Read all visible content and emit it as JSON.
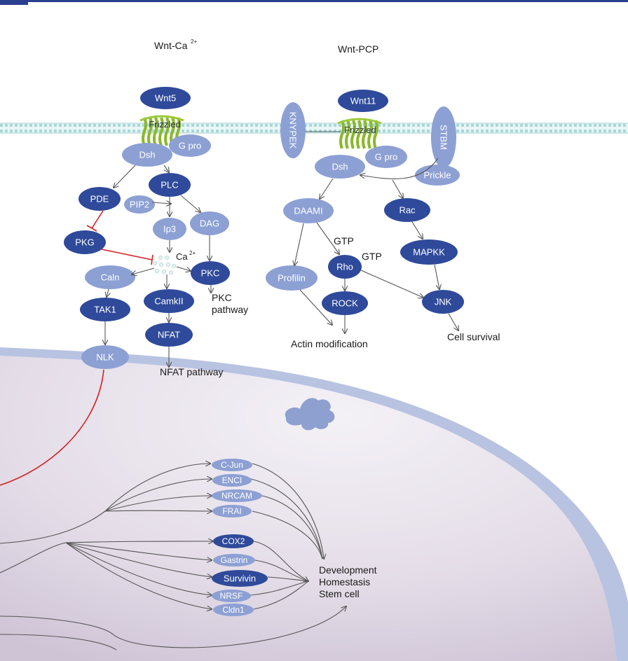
{
  "headers": {
    "wnt_ca": "Wnt-Ca",
    "wnt_ca_sup": "2+",
    "wnt_pcp": "Wnt-PCP"
  },
  "ligands": {
    "wnt5": "Wnt5",
    "wnt11": "Wnt11"
  },
  "receptors": {
    "frizzled_left": "Frizzled",
    "frizzled_right": "Frizzled",
    "knypek": "KNYPEK",
    "stbm": "STBM"
  },
  "nodes": {
    "dsh_left": "Dsh",
    "gpro_left": "G pro",
    "plc": "PLC",
    "pde": "PDE",
    "pip2": "PIP2",
    "ip3": "Ip3",
    "dag": "DAG",
    "pkg": "PKG",
    "ca": "Ca",
    "ca_sup": "2+",
    "caln": "Caln",
    "pkc": "PKC",
    "tak1": "TAK1",
    "camkii": "CamkII",
    "nfat": "NFAT",
    "nlk": "NLK",
    "dsh_right": "Dsh",
    "gpro_right": "G pro",
    "prickle": "Prickle",
    "daami": "DAAMI",
    "rac": "Rac",
    "gtp1": "GTP",
    "gtp2": "GTP",
    "rho": "Rho",
    "profilin": "Profilin",
    "mapkk": "MAPKK",
    "rock": "ROCK",
    "jnk": "JNK"
  },
  "pathway_labels": {
    "pkc_pathway_1": "PKC",
    "pkc_pathway_2": "pathway",
    "nfat_pathway": "NFAT pathway",
    "actin": "Actin modification",
    "cell_survival": "Cell survival"
  },
  "genes": {
    "c_jun": "C-Jun",
    "enci": "ENCI",
    "nrcam": "NRCAM",
    "frai": "FRAI",
    "cox2": "COX2",
    "gastrin": "Gastrin",
    "survivin": "Survivin",
    "nrsf": "NRSF",
    "cldn1": "Cldn1"
  },
  "outcome": {
    "line1": "Development",
    "line2": "Homestasis",
    "line3": "Stem cell"
  },
  "colors": {
    "dark_node": "#2f4a9a",
    "light_node": "#8da0d4",
    "inhibition": "#d42020",
    "membrane": "#a8d8d8",
    "frizzled": "#8ab82a"
  }
}
